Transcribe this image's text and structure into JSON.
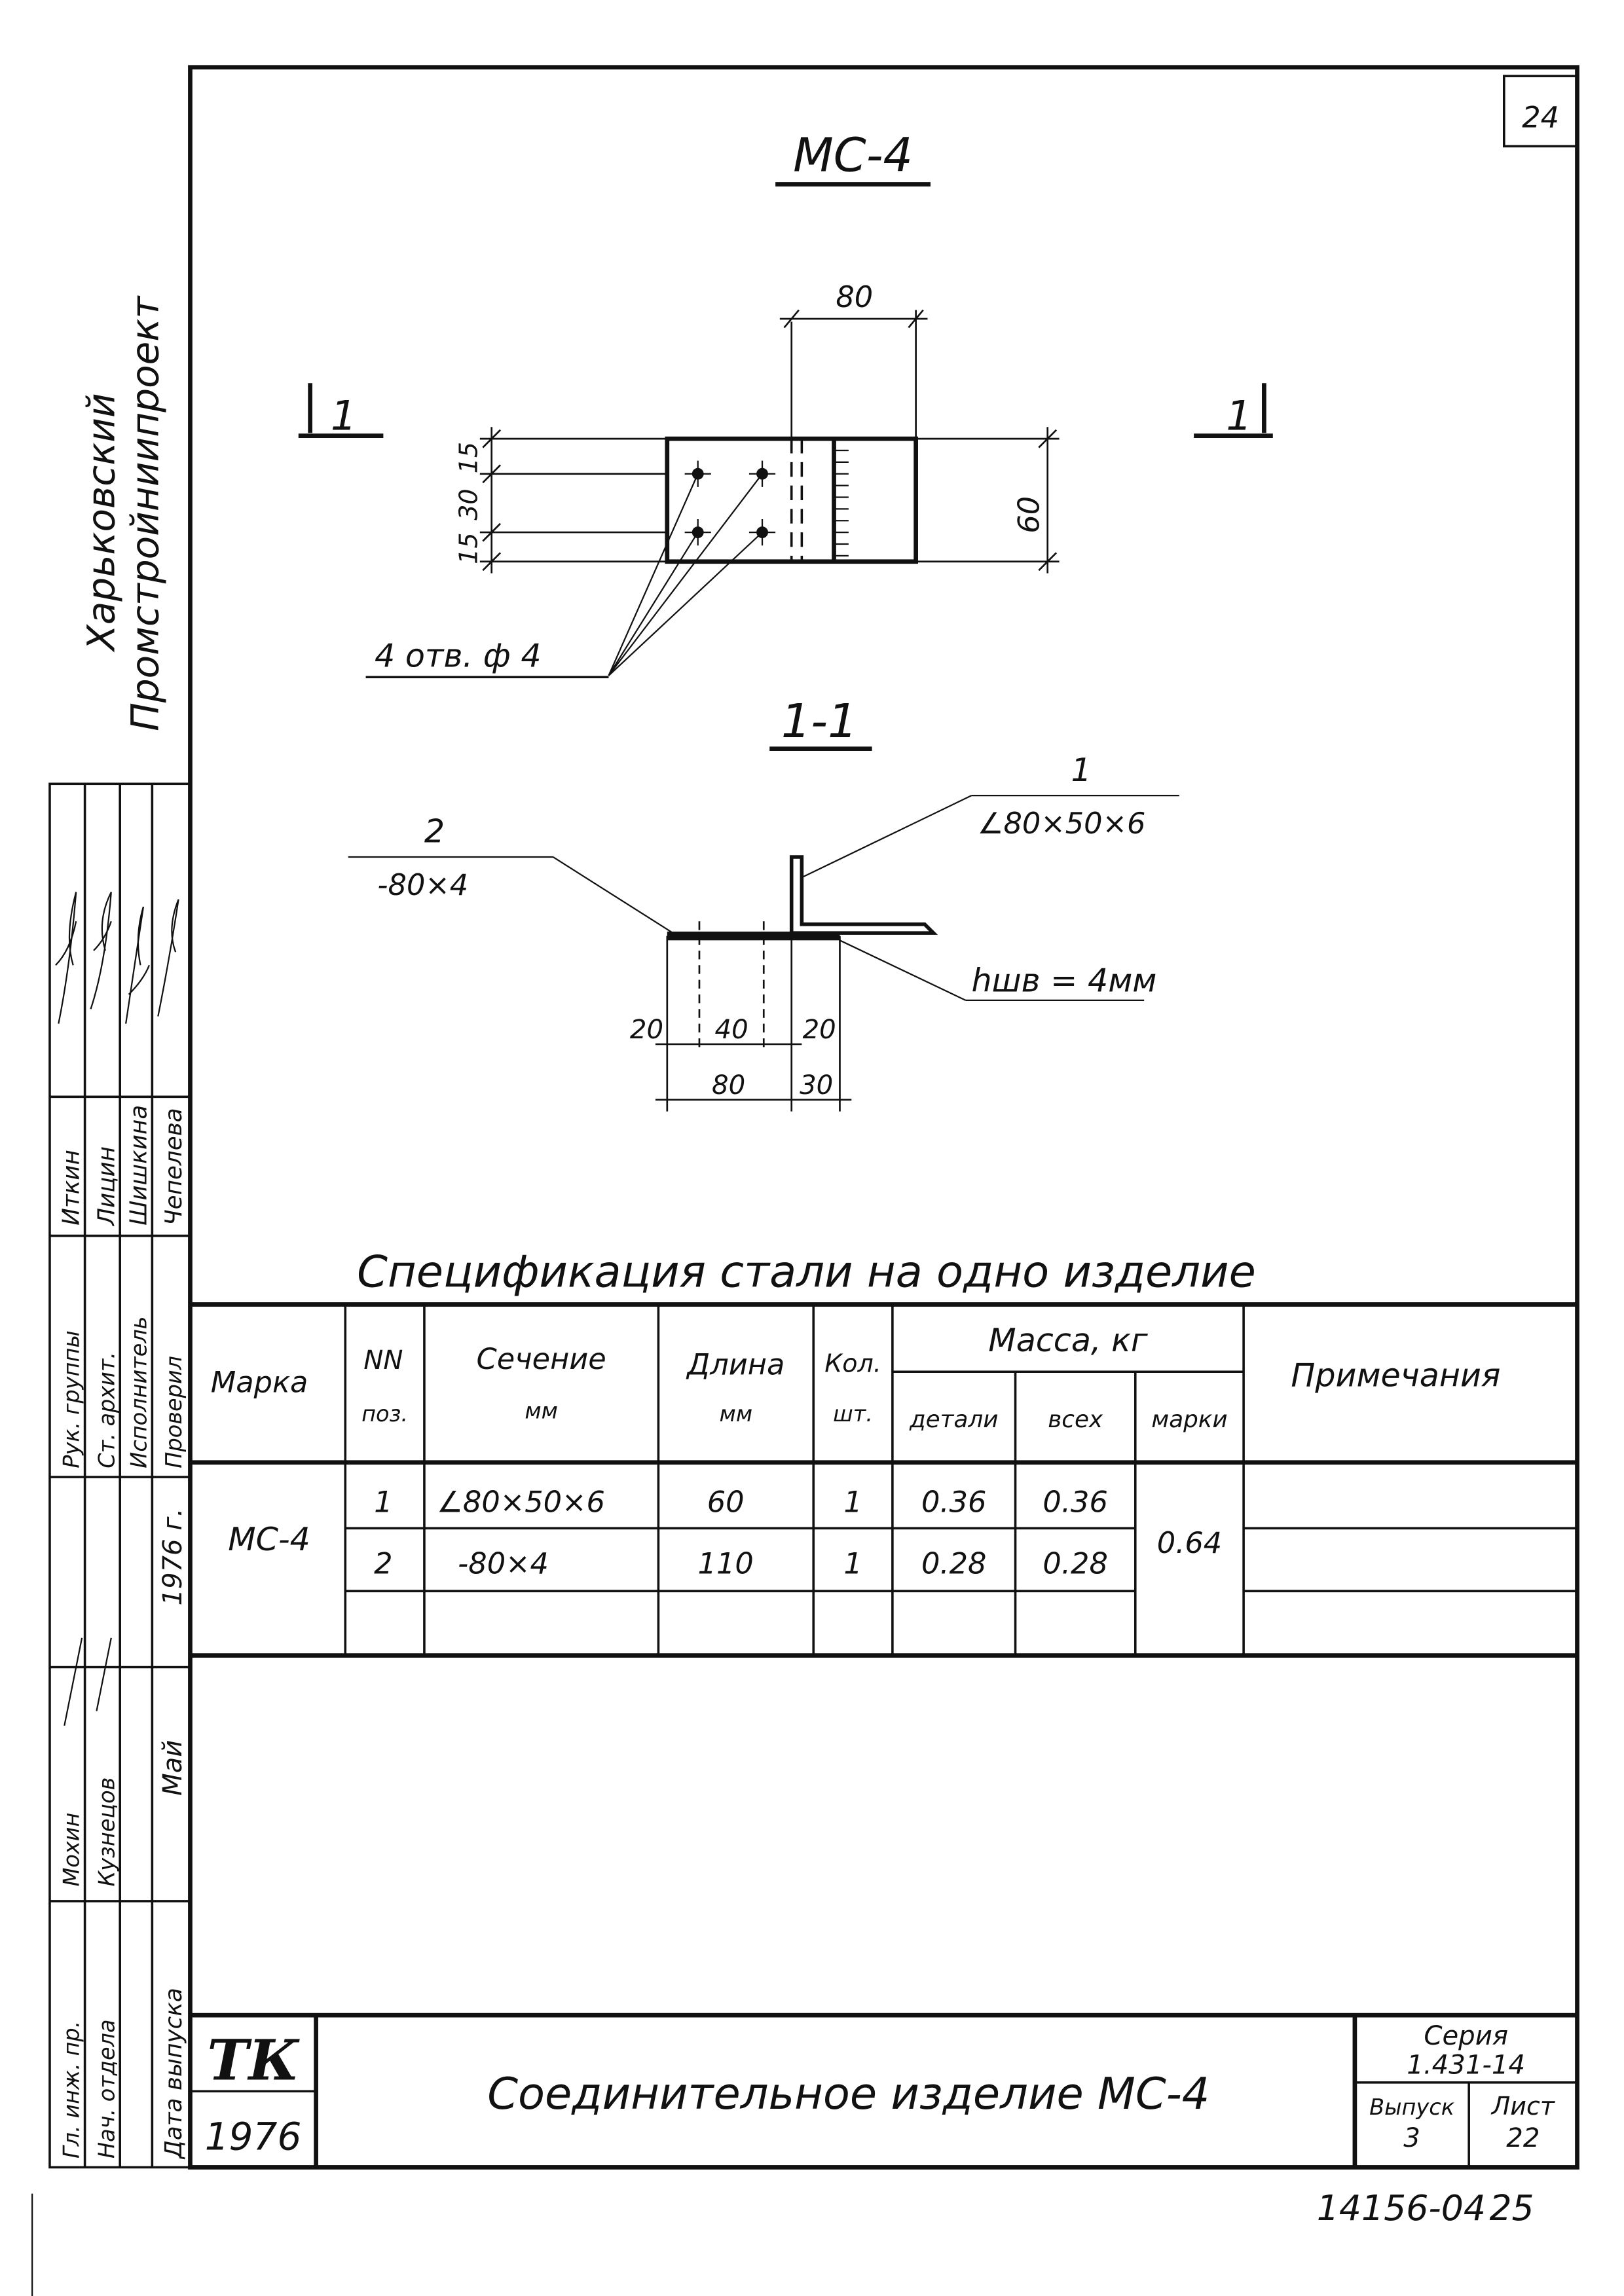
{
  "page_number": "24",
  "organization": [
    "Харьковский",
    "Промстройниипроект"
  ],
  "title_top": "МС-4",
  "section_marker": "1",
  "section_title": "1-1",
  "plan_dims": {
    "d80": "80",
    "d60": "60",
    "d15a": "15",
    "d30": "30",
    "d15b": "15"
  },
  "holes_label": "4 отв. ф 4",
  "callout_1": {
    "pos": "1",
    "profile": "∠80×50×6"
  },
  "callout_2": {
    "pos": "2",
    "profile": "-80×4"
  },
  "weld_label": "hшв = 4мм",
  "section_dims": {
    "d20a": "20",
    "d40": "40",
    "d20b": "20",
    "d80": "80",
    "d30": "30"
  },
  "spec_title": "Спецификация стали на одно изделие",
  "spec": {
    "headers": {
      "marka": "Марка",
      "nn": "NN",
      "poz": "поз.",
      "sechenie": "Сечение",
      "sechenie_unit": "мм",
      "dlina": "Длина",
      "dlina_unit": "мм",
      "kol": "Кол.",
      "kol_unit": "шт.",
      "massa": "Масса, кг",
      "detali": "детали",
      "vseh": "всех",
      "marki": "марки",
      "primech": "Примечания"
    },
    "mark": "МС-4",
    "rows": [
      {
        "poz": "1",
        "sechenie": "∠80×50×6",
        "dlina": "60",
        "kol": "1",
        "detali": "0.36",
        "vseh": "0.36"
      },
      {
        "poz": "2",
        "sechenie": "-80×4",
        "dlina": "110",
        "kol": "1",
        "detali": "0.28",
        "vseh": "0.28"
      }
    ],
    "mark_mass": "0.64"
  },
  "side_stamp": {
    "roles": [
      "Рук. группы",
      "Ст. архит.",
      "Исполнитель",
      "Проверил"
    ],
    "names": [
      "Иткин",
      "Лицин",
      "Шишкина",
      "Чепелева"
    ],
    "year": "1976 г.",
    "lower_roles": [
      "Гл. инж. пр.",
      "Нач. отдела"
    ],
    "lower_names": [
      "Мохин",
      "Кузнецов"
    ],
    "release_label": "Дата выпуска",
    "release_value": "Май"
  },
  "title_block": {
    "logo": "ТК",
    "year": "1976",
    "name": "Соединительное изделие МС-4",
    "series_label": "Серия",
    "series_value": "1.431-14",
    "issue_label": "Выпуск",
    "issue_value": "3",
    "sheet_label": "Лист",
    "sheet_value": "22"
  },
  "bottom_code": "14156-04",
  "bottom_page": "25"
}
